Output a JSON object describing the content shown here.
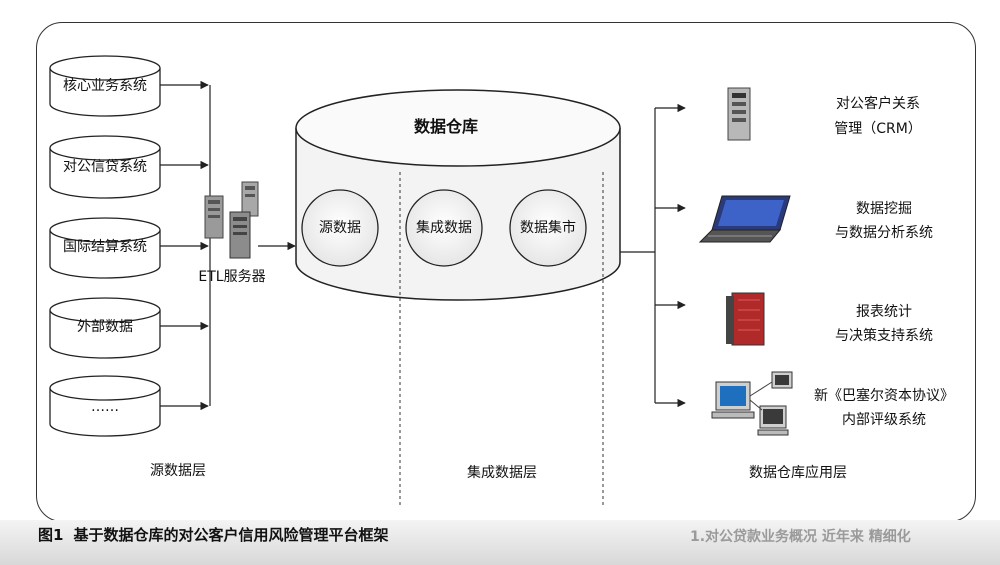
{
  "source_systems": [
    {
      "label": "核心业务系统"
    },
    {
      "label": "对公信贷系统"
    },
    {
      "label": "国际结算系统"
    },
    {
      "label": "外部数据"
    },
    {
      "label": "……"
    }
  ],
  "etl": {
    "label": "ETL服务器"
  },
  "warehouse": {
    "title": "数据仓库",
    "circles": [
      {
        "label": "源数据"
      },
      {
        "label": "集成数据"
      },
      {
        "label": "数据集市"
      }
    ]
  },
  "applications": [
    {
      "line1": "对公客户关系",
      "line2": "管理（CRM）",
      "icon": "server-tower-icon"
    },
    {
      "line1": "数据挖掘",
      "line2": "与数据分析系统",
      "icon": "laptop-icon"
    },
    {
      "line1": "报表统计",
      "line2": "与决策支持系统",
      "icon": "red-server-icon"
    },
    {
      "line1": "新《巴塞尔资本协议》",
      "line2": "内部评级系统",
      "icon": "computer-network-icon"
    }
  ],
  "layers": {
    "source": "源数据层",
    "integration": "集成数据层",
    "application": "数据仓库应用层"
  },
  "caption": {
    "number": "图1",
    "text": "基于数据仓库的对公客户信用风险管理平台框架"
  },
  "bleed_text": "1.对公贷款业务概况 近年来 精细化"
}
